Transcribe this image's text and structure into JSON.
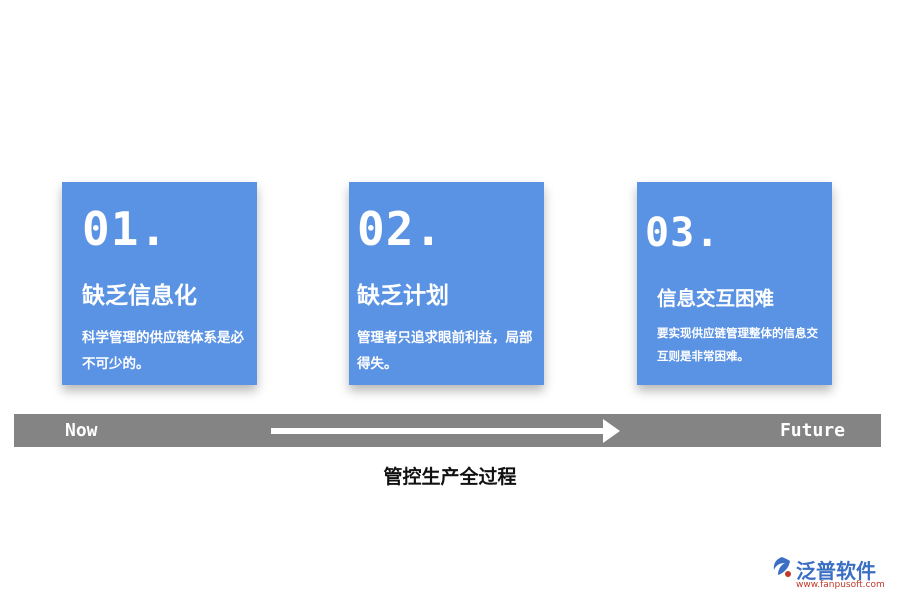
{
  "cards": [
    {
      "number": "01.",
      "title": "缺乏信息化",
      "description": "科学管理的供应链体系是必不可少的。"
    },
    {
      "number": "02.",
      "title": "缺乏计划",
      "description": "管理者只追求眼前利益，局部得失。"
    },
    {
      "number": "03.",
      "title": "信息交互困难",
      "description": "要实现供应链管理整体的信息交互则是非常困难。"
    }
  ],
  "timeline": {
    "start_label": "Now",
    "end_label": "Future"
  },
  "caption": "管控生产全过程",
  "logo": {
    "name": "泛普软件",
    "url": "www.fanpusoft.com",
    "icon": "fanpu-logo-icon"
  },
  "colors": {
    "card_background": "#5b93e4",
    "timeline_background": "#848484",
    "text_on_card": "#ffffff",
    "logo_blue": "#3a6fc4",
    "logo_red": "#c0392b"
  }
}
